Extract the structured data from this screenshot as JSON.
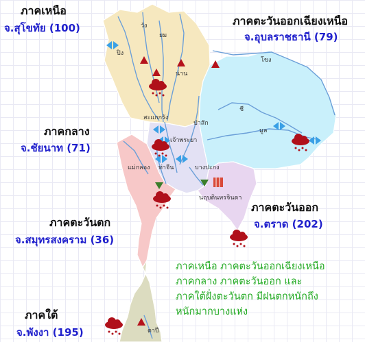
{
  "regions": {
    "north": {
      "name": "ภาคเหนือ",
      "province": "จ.สุโขทัย (100)"
    },
    "northeast": {
      "name": "ภาคตะวันออกเฉียงเหนือ",
      "province": "จ.อุบลราชธานี (79)"
    },
    "central": {
      "name": "ภาคกลาง",
      "province": "จ.ชัยนาท (71)"
    },
    "east": {
      "name": "ภาคตะวันออก",
      "province": "จ.ตราด (202)"
    },
    "west": {
      "name": "ภาคตะวันตก",
      "province": "จ.สมุทรสงคราม (36)"
    },
    "south": {
      "name": "ภาคใต้",
      "province": "จ.พังงา (195)"
    }
  },
  "rivers": [
    "ปิง",
    "วัง",
    "ยม",
    "น่าน",
    "โขง",
    "ชี",
    "มูล",
    "สะแกกรัง",
    "ป่าสัก",
    "เจ้าพระยา",
    "แม่กลอง",
    "ท่าจีน",
    "บางปะกง",
    "ตาปี"
  ],
  "place": "นฤบดินทรจินดา",
  "note_lines": [
    "ภาคเหนือ ภาคตะวันออกเฉียงเหนือ",
    "ภาคกลาง ภาคตะวันออก และ",
    "ภาคใต้ฝั่งตะวันตก มีฝนตกหนักถึง",
    "หนักมากบางแห่ง"
  ],
  "colors": {
    "north": "#f6e8bf",
    "northeast": "#c9f0fb",
    "central": "#e3e1f4",
    "east": "#e8d6f0",
    "west": "#f7c8c8",
    "south": "#dcdcc0",
    "river": "#6b9fd8",
    "rain_cloud": "#b0101a",
    "region_label": "#111111",
    "province_label": "#1f1fcc",
    "note_text": "#22aa22"
  },
  "icons": [
    "rain-cloud-icon",
    "water-level-up-icon",
    "water-level-down-icon",
    "flow-arrows-icon",
    "dam-icon"
  ]
}
